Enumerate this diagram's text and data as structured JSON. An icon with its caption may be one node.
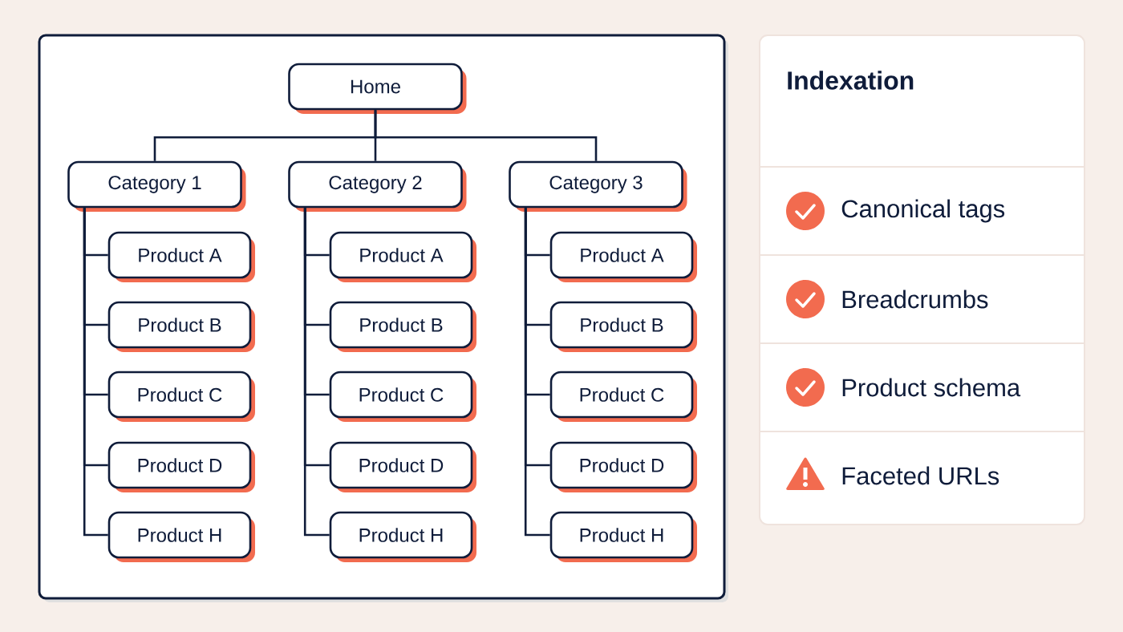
{
  "diagram": {
    "nodes": [
      {
        "text": [
          "Home"
        ]
      },
      {
        "text": [
          "Category 1"
        ]
      },
      {
        "text": [
          "Category 2"
        ]
      },
      {
        "text": [
          "Category 3"
        ]
      },
      {
        "text": [
          "Product A"
        ]
      },
      {
        "text": [
          "Product B"
        ]
      },
      {
        "text": [
          "Product C"
        ]
      },
      {
        "text": [
          "Product D"
        ]
      },
      {
        "text": [
          "Product H"
        ]
      },
      {
        "text": [
          "Product A"
        ]
      },
      {
        "text": [
          "Product B"
        ]
      },
      {
        "text": [
          "Product C"
        ]
      },
      {
        "text": [
          "Product D"
        ]
      },
      {
        "text": [
          "Product H"
        ]
      },
      {
        "text": [
          "Product A"
        ]
      },
      {
        "text": [
          "Product B"
        ]
      },
      {
        "text": [
          "Product C"
        ]
      },
      {
        "text": [
          "Product D"
        ]
      },
      {
        "text": [
          "Product H"
        ]
      },
      {
        "text": [
          "Indexation"
        ]
      },
      {
        "text": [
          "Canonical tags"
        ],
        "in": 19
      },
      {
        "text": [
          "Breadcrumbs"
        ],
        "in": 19
      },
      {
        "text": [
          "Product schema"
        ],
        "in": 19
      },
      {
        "text": [
          "Faceted URLs"
        ],
        "in": 19
      }
    ],
    "edges": [
      {
        "from": 0,
        "to": 1,
        "arrow": "none"
      },
      {
        "from": 0,
        "to": 2,
        "arrow": "none"
      },
      {
        "from": 0,
        "to": 3,
        "arrow": "none"
      },
      {
        "from": 1,
        "to": 4,
        "arrow": "none"
      },
      {
        "from": 1,
        "to": 5,
        "arrow": "none"
      },
      {
        "from": 1,
        "to": 6,
        "arrow": "none"
      },
      {
        "from": 1,
        "to": 7,
        "arrow": "none"
      },
      {
        "from": 1,
        "to": 8,
        "arrow": "none"
      },
      {
        "from": 2,
        "to": 9,
        "arrow": "none"
      },
      {
        "from": 2,
        "to": 10,
        "arrow": "none"
      },
      {
        "from": 2,
        "to": 11,
        "arrow": "none"
      },
      {
        "from": 2,
        "to": 12,
        "arrow": "none"
      },
      {
        "from": 2,
        "to": 13,
        "arrow": "none"
      },
      {
        "from": 3,
        "to": 14,
        "arrow": "none"
      },
      {
        "from": 3,
        "to": 15,
        "arrow": "none"
      },
      {
        "from": 3,
        "to": 16,
        "arrow": "none"
      },
      {
        "from": 3,
        "to": 17,
        "arrow": "none"
      },
      {
        "from": 3,
        "to": 18,
        "arrow": "none"
      }
    ]
  }
}
